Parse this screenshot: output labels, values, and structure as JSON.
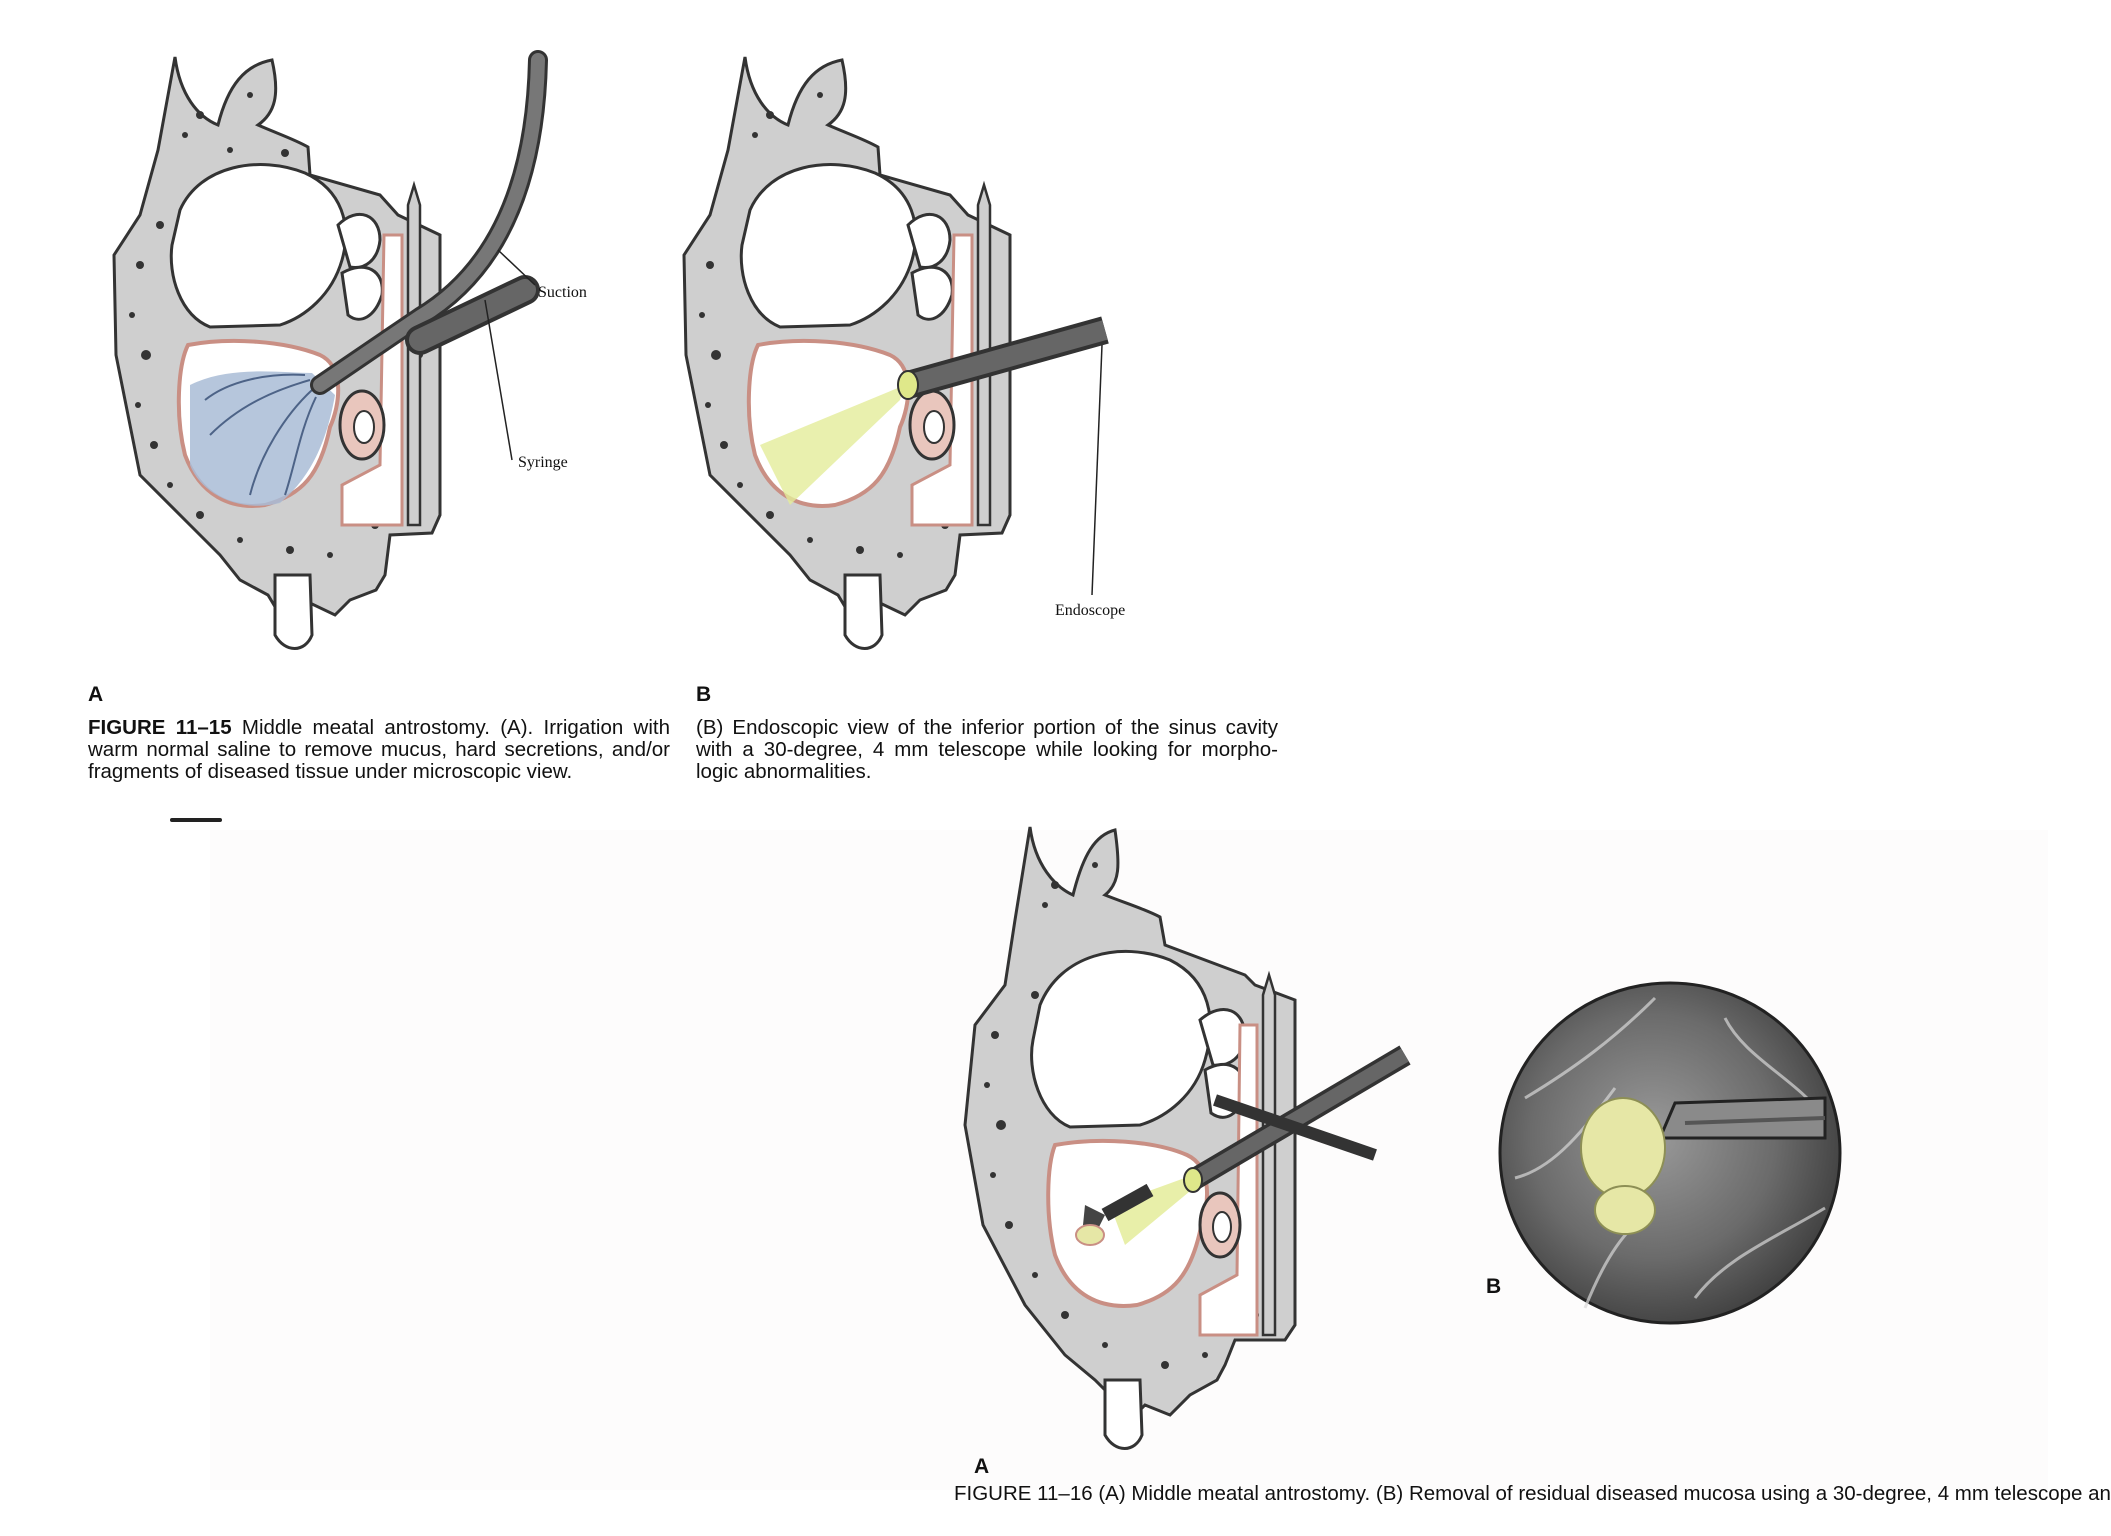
{
  "figure_11_15": {
    "panel_a": {
      "letter": "A",
      "labels": {
        "suction": "Suction",
        "syringe": "Syringe"
      }
    },
    "panel_b": {
      "letter": "B",
      "labels": {
        "endoscope": "Endoscope"
      }
    },
    "caption_left_number": "FIGURE 11–15",
    "caption_left_text": "Middle meatal antrostomy. (A). Irrigation with warm normal saline to remove mucus, hard secretions, and/or fragments of diseased tissue under microscopic view.",
    "caption_right_text": "(B) Endoscopic view of the inferior portion of the sinus cavity with a 30-degree, 4 mm telescope while looking for morpho-logic abnormalities."
  },
  "figure_11_16": {
    "panel_a_letter": "A",
    "panel_b_letter": "B",
    "caption_partial": "FIGURE 11–16 (A) Middle meatal antrostomy. (B) Removal of residual diseased mucosa using a 30-degree, 4 mm telescope an"
  },
  "colors": {
    "bone": "#cfcfcf",
    "bone_outline": "#333333",
    "mucosa": "#c98f84",
    "irrigation": "#a9bcd6",
    "light": "#e4ec9a",
    "instrument": "#555555",
    "cyst": "#e6e7a6"
  }
}
